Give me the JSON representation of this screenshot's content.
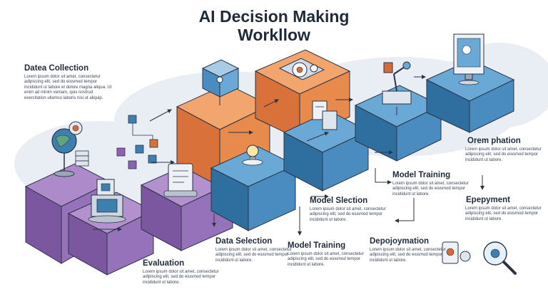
{
  "title": {
    "line1": "AI Decision Making",
    "line2": "Workllow"
  },
  "steps": [
    {
      "label": "Datea Collection",
      "text": "Lorem ipsum dolor sit amet, consectetur adipiscing elit, sed do eiusmod tempor incididunt ut labore et dolore magna aliqua. Ut enim ad minim veniam, quis nostrud exercitation ullamco laboris nisi ut aliquip."
    },
    {
      "label": "Model Slection",
      "text": "Lorem ipsum dolor sit amet, consectetur adipiscing elit, sed do eiusmod tempor incididunt ut labore."
    },
    {
      "label": "Data Selection",
      "text": "Lorem ipsum dolor sit amet, consectetur adipiscing elit, sed do eiusmod tempor incididunt ut labore."
    },
    {
      "label": "Model Training",
      "text": "Lorem ipsum dolor sit amet, consectetur adipiscing elit, sed do eiusmod tempor incididunt ut labore."
    },
    {
      "label": "Model Training",
      "text": "Lorem ipsum dolor sit amet, consectetur adipiscing elit, sed do eiusmod tempor incididunt ut labore."
    },
    {
      "label": "Depojoymation",
      "text": "Lorem ipsum dolor sit amet, consectetur adipiscing elit, sed do eiusmod tempor incididunt ut labore."
    },
    {
      "label": "Orem phation",
      "text": "Lorem ipsum dolor sit amet, consectetur adipiscing elit, sed do eiusmod tempor incididunt ut labore."
    },
    {
      "label": "Epepyment",
      "text": "Lorem ipsum dolor sit amet, consectetur adipiscing elit, sed do eiusmod tempor incididunt ut labore."
    },
    {
      "label": "Evaluation",
      "text": "Lorem ipsum dolor sit amet, consectetur adipiscing elit, sed do eiusmod tempor incididunt ut labore."
    }
  ],
  "colors": {
    "purple": "#9672bb",
    "orange": "#e88a4c",
    "blue": "#4a8cc0",
    "ink": "#1f2a3a"
  },
  "icons": [
    "globe-gear-icon",
    "server-stack-icon",
    "data-cubes-icon",
    "robot-chip-icon",
    "document-scroll-icon",
    "cube-network-icon",
    "gear-chip-icon",
    "lightbulb-icon",
    "document-stack-icon",
    "robot-arm-icon",
    "monitor-gear-icon",
    "magnifier-gears-icon"
  ]
}
